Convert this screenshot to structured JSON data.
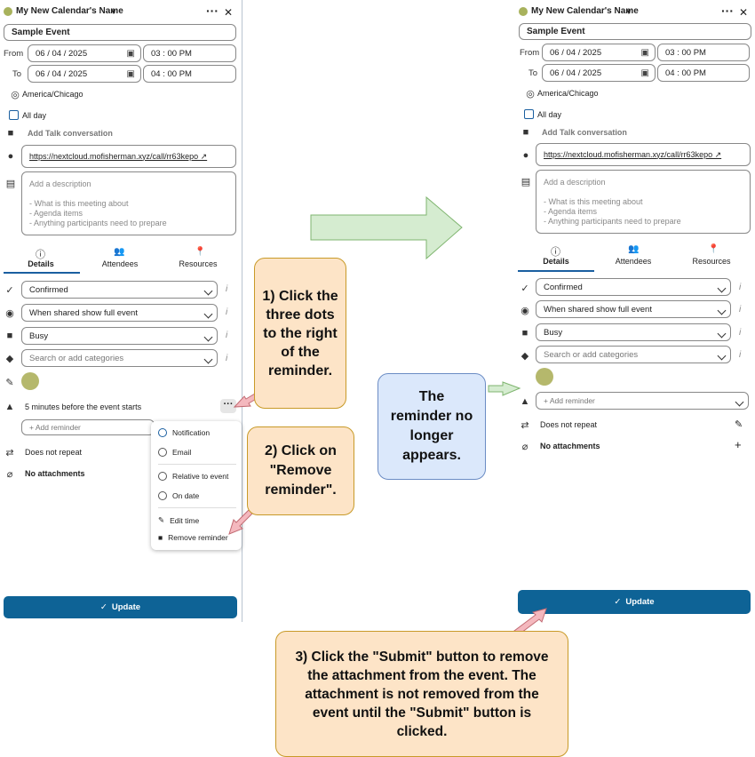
{
  "left": {
    "calendar_name": "My New Calendar's Name",
    "title": "Sample Event",
    "from_label": "From",
    "to_label": "To",
    "from_date": "06 / 04 / 2025",
    "from_time": "03 : 00  PM",
    "to_date": "06 / 04 / 2025",
    "to_time": "04 : 00  PM",
    "timezone": "America/Chicago",
    "all_day": "All day",
    "talk": "Add Talk conversation",
    "location": "https://nextcloud.mofisherman.xyz/call/rr63kepo ↗",
    "description_placeholder": "Add a description\n\n- What is this meeting about\n- Agenda items\n- Anything participants need to prepare",
    "tabs": {
      "details": "Details",
      "attendees": "Attendees",
      "resources": "Resources"
    },
    "status": "Confirmed",
    "visibility": "When shared show full event",
    "availability": "Busy",
    "categories_placeholder": "Search or add categories",
    "reminder": "5 minutes before the event starts",
    "add_reminder": "+ Add reminder",
    "repeat": "Does not repeat",
    "attachments": "No attachments",
    "update": "Update",
    "menu": {
      "notification": "Notification",
      "email": "Email",
      "relative": "Relative to event",
      "on_date": "On date",
      "edit_time": "Edit time",
      "remove_reminder": "Remove reminder"
    }
  },
  "right": {
    "calendar_name": "My New Calendar's Name",
    "title": "Sample Event",
    "from_label": "From",
    "to_label": "To",
    "from_date": "06 / 04 / 2025",
    "from_time": "03 : 00  PM",
    "to_date": "06 / 04 / 2025",
    "to_time": "04 : 00  PM",
    "timezone": "America/Chicago",
    "all_day": "All day",
    "talk": "Add Talk conversation",
    "location": "https://nextcloud.mofisherman.xyz/call/rr63kepo ↗",
    "description_placeholder": "Add a description\n\n- What is this meeting about\n- Agenda items\n- Anything participants need to prepare",
    "tabs": {
      "details": "Details",
      "attendees": "Attendees",
      "resources": "Resources"
    },
    "status": "Confirmed",
    "visibility": "When shared show full event",
    "availability": "Busy",
    "categories_placeholder": "Search or add categories",
    "add_reminder": "+ Add reminder",
    "repeat": "Does not repeat",
    "attachments": "No attachments",
    "update": "Update"
  },
  "callouts": {
    "step1": "1)  Click the three dots to the right of the reminder.",
    "step2": "2)  Click on \"Remove reminder\".",
    "note": "The reminder no longer appears.",
    "step3": "3) Click the \"Submit\" button to remove the attachment from the event.  The attachment is not removed from the event until the \"Submit\" button is clicked."
  },
  "colors": {
    "accent": "#0e6396",
    "callout": "#fde4c7",
    "note": "#dbe8fb",
    "arrow": "#d5ecd0",
    "pink_arrow": "#f4b8be"
  }
}
